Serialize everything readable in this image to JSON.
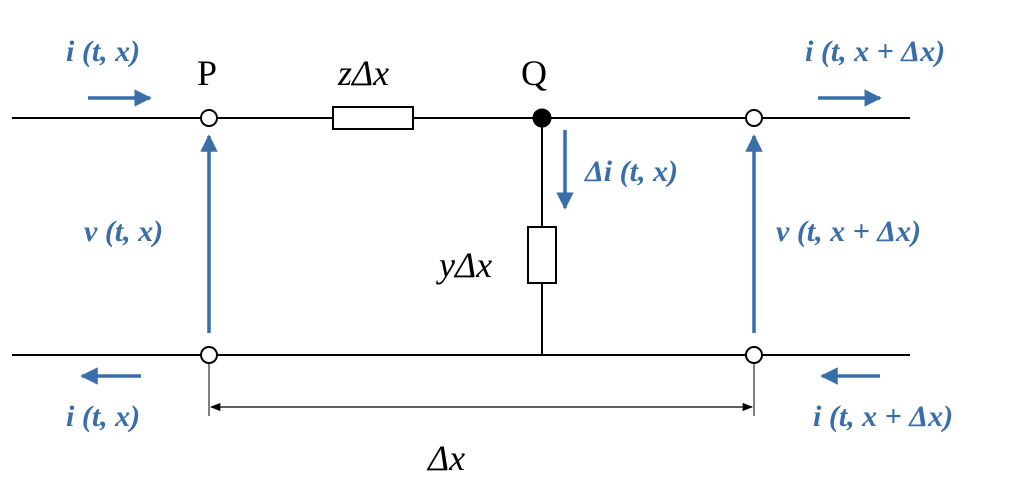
{
  "colors": {
    "blue": "#3a6ea8",
    "black": "#000000"
  },
  "nodes": {
    "p": "P",
    "q": "Q"
  },
  "elements": {
    "series_impedance": "zΔx",
    "shunt_admittance": "yΔx"
  },
  "currents": {
    "in_top": "i (t, x)",
    "out_top": "i (t, x + Δx)",
    "shunt": "Δi (t, x)",
    "in_bottom": "i (t, x)",
    "out_bottom": "i (t, x + Δx)"
  },
  "voltages": {
    "left": "v (t, x)",
    "right": "v (t, x + Δx)"
  },
  "dimension": {
    "length": "Δx"
  }
}
